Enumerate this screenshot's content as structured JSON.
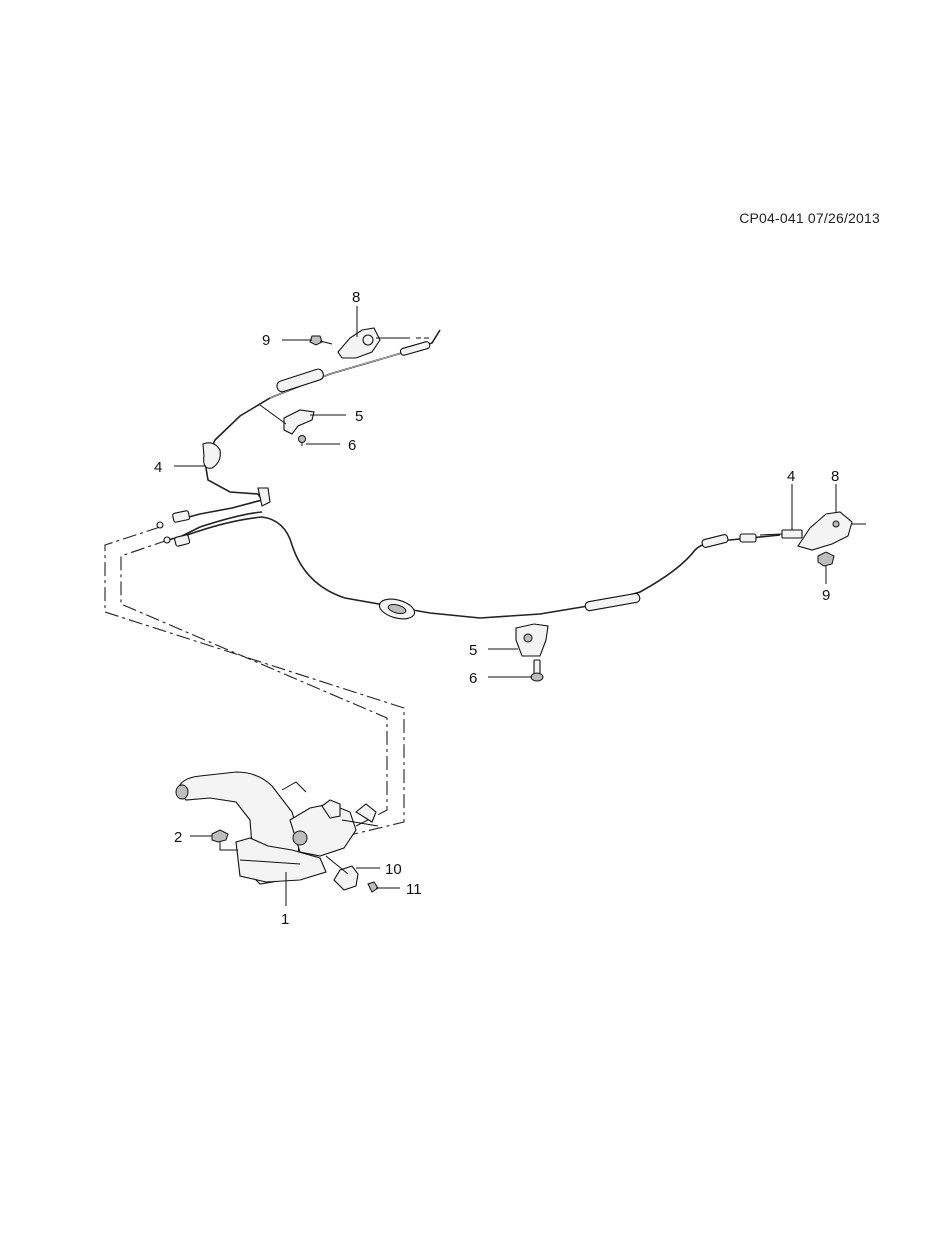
{
  "document_code": "CP04-041 07/26/2013",
  "callouts": {
    "c1": "1",
    "c2": "2",
    "c4_left": "4",
    "c4_right": "4",
    "c5_upper": "5",
    "c5_lower": "5",
    "c6_upper": "6",
    "c6_lower": "6",
    "c8_left": "8",
    "c8_right": "8",
    "c9_left": "9",
    "c9_right": "9",
    "c10": "10",
    "c11": "11"
  }
}
